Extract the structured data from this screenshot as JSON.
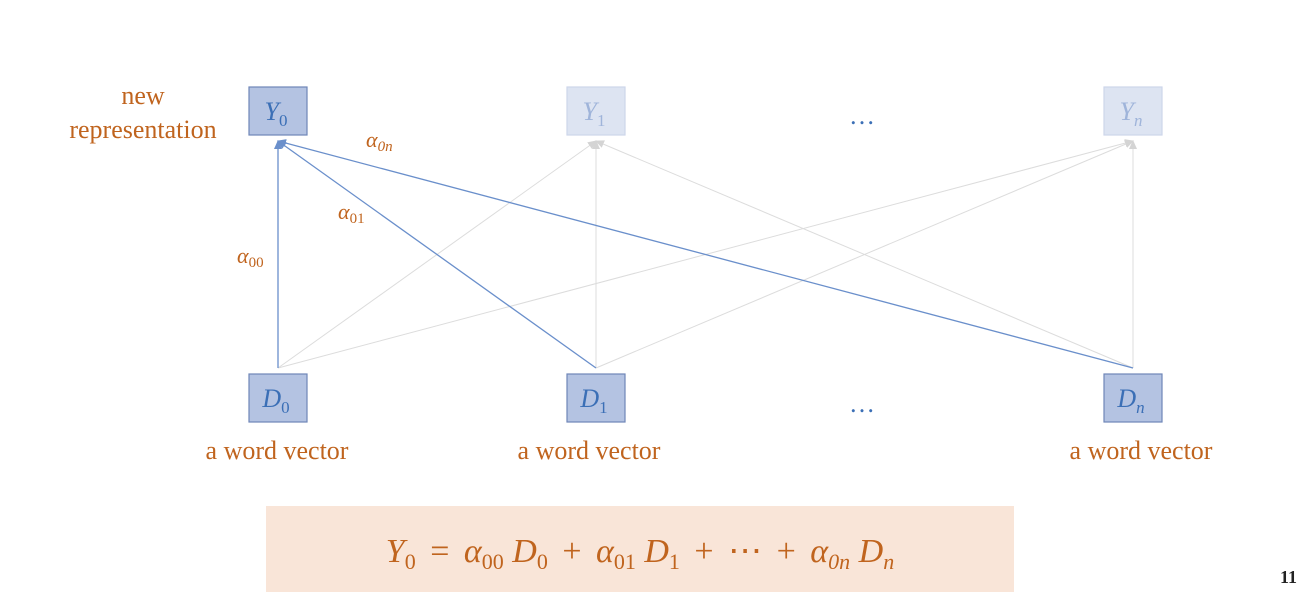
{
  "colors": {
    "accent_orange": "#C0641E",
    "node_fill": "#B4C3E2",
    "node_stroke": "#6F86B8",
    "node_text": "#3B6FB6",
    "faded_fill": "#DDE4F2",
    "faded_stroke": "#CDD6EA",
    "faded_text": "#9FB4DA",
    "active_edge": "#6A8FCB",
    "faded_edge": "#DCDCDC",
    "formula_bg": "#F9E5D8"
  },
  "labels": {
    "new": "new",
    "representation": "representation",
    "word_vector": "a word vector",
    "ellipsis": "…"
  },
  "output_nodes": [
    {
      "id": "Y0",
      "base": "Y",
      "sub": "0",
      "active": true
    },
    {
      "id": "Y1",
      "base": "Y",
      "sub": "1",
      "active": false
    },
    {
      "id": "Yn",
      "base": "Y",
      "sub": "n",
      "active": false
    }
  ],
  "input_nodes": [
    {
      "id": "D0",
      "base": "D",
      "sub": "0"
    },
    {
      "id": "D1",
      "base": "D",
      "sub": "1"
    },
    {
      "id": "Dn",
      "base": "D",
      "sub": "n"
    }
  ],
  "edges": [
    {
      "from": "D0",
      "to": "Y0",
      "active": true
    },
    {
      "from": "D1",
      "to": "Y0",
      "active": true
    },
    {
      "from": "Dn",
      "to": "Y0",
      "active": true
    },
    {
      "from": "D0",
      "to": "Y1",
      "active": false
    },
    {
      "from": "D1",
      "to": "Y1",
      "active": false
    },
    {
      "from": "Dn",
      "to": "Y1",
      "active": false
    },
    {
      "from": "D0",
      "to": "Yn",
      "active": false
    },
    {
      "from": "D1",
      "to": "Yn",
      "active": false
    },
    {
      "from": "Dn",
      "to": "Yn",
      "active": false
    }
  ],
  "weights": [
    {
      "id": "a00",
      "base": "α",
      "sub": "00"
    },
    {
      "id": "a01",
      "base": "α",
      "sub": "01"
    },
    {
      "id": "a0n",
      "base": "α",
      "sub": "0n"
    }
  ],
  "formula": {
    "lhs_base": "Y",
    "lhs_sub": "0",
    "eq": "=",
    "t1_a": "α",
    "t1_a_sub": "00",
    "t1_d": "D",
    "t1_d_sub": "0",
    "plus": "+",
    "t2_a": "α",
    "t2_a_sub": "01",
    "t2_d": "D",
    "t2_d_sub": "1",
    "dots": "⋯",
    "t3_a": "α",
    "t3_a_sub": "0n",
    "t3_d": "D",
    "t3_d_sub": "n"
  },
  "page_number": "11"
}
